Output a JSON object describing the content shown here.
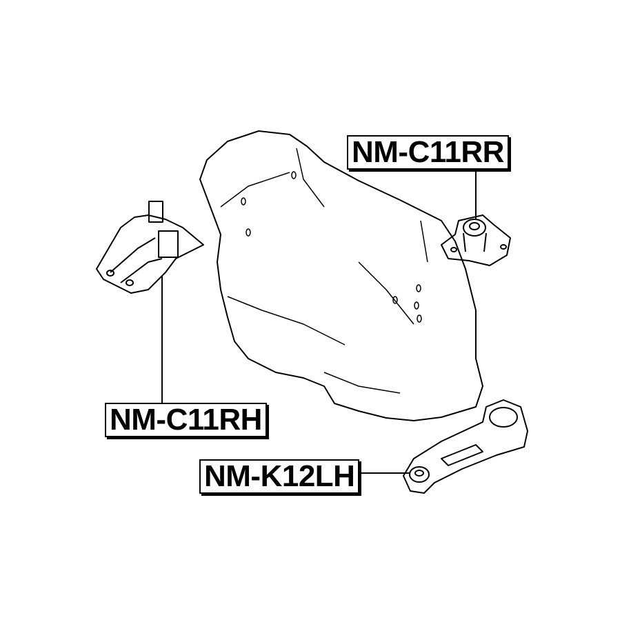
{
  "parts": [
    {
      "id": "rr",
      "label": "NM-C11RR"
    },
    {
      "id": "rh",
      "label": "NM-C11RH"
    },
    {
      "id": "lh",
      "label": "NM-K12LH"
    }
  ]
}
